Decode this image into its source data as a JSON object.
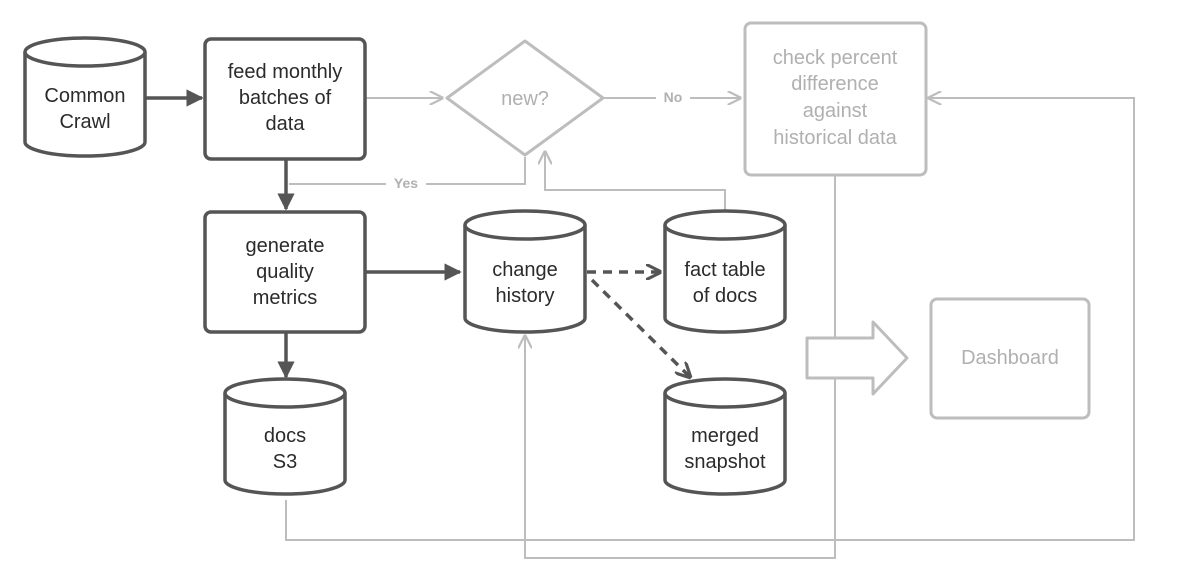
{
  "nodes": {
    "common_crawl": [
      "Common",
      "Crawl"
    ],
    "feed": [
      "feed monthly",
      "batches of",
      "data"
    ],
    "new_decision": [
      "new?"
    ],
    "check_percent": [
      "check percent",
      "difference",
      "against",
      "historical data"
    ],
    "generate": [
      "generate",
      "quality",
      "metrics"
    ],
    "change_history": [
      "change",
      "history"
    ],
    "fact_table": [
      "fact table",
      "of docs"
    ],
    "docs_s3": [
      "docs",
      "S3"
    ],
    "merged_snapshot": [
      "merged",
      "snapshot"
    ],
    "dashboard": [
      "Dashboard"
    ]
  },
  "edge_labels": {
    "no": "No",
    "yes": "Yes"
  },
  "colors": {
    "dark": "#555555",
    "light": "#bdbdbd",
    "text_dark": "#2b2b2b",
    "text_light": "#b0b0b0"
  }
}
